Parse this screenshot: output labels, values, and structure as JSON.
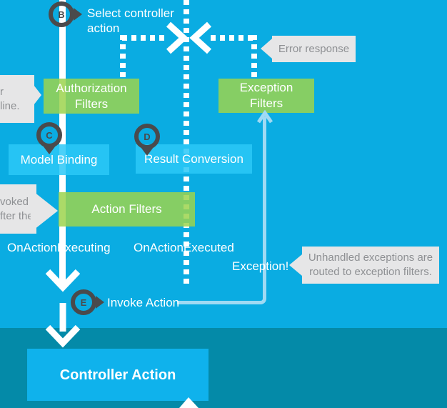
{
  "markers": {
    "b": {
      "letter": "B",
      "label": "Select controller\naction"
    },
    "c": {
      "letter": "C"
    },
    "d": {
      "letter": "D"
    },
    "e": {
      "letter": "E",
      "label": "Invoke Action"
    }
  },
  "boxes": {
    "authorization_filters": "Authorization\nFilters",
    "exception_filters": "Exception\nFilters",
    "model_binding": "Model Binding",
    "result_conversion": "Result Conversion",
    "action_filters": "Action Filters",
    "controller_action": "Controller Action"
  },
  "labels": {
    "on_action_executing": "OnActionExecuting",
    "on_action_executed": "OnActionExecuted",
    "exception": "Exception!"
  },
  "callouts": {
    "error_response": "Error response",
    "unhandled_exceptions": "Unhandled exceptions are\nrouted to exception filters.",
    "clipped_pipeline": "r\nline.",
    "clipped_invoked": "voked\nfter the"
  },
  "colors": {
    "background": "#0AACE2",
    "footer_band": "#048AA8",
    "filter_green": "#86CE63",
    "stage_cyan": "#27C4F4",
    "controller_cyan": "#0FB2EC",
    "line_white": "#FFFFFF",
    "exception_arrow_blue": "#A0DAF3",
    "callout_gray": "#E6E6E7",
    "callout_text_gray": "#8E9093",
    "pin_gray": "#4A4A4C"
  }
}
